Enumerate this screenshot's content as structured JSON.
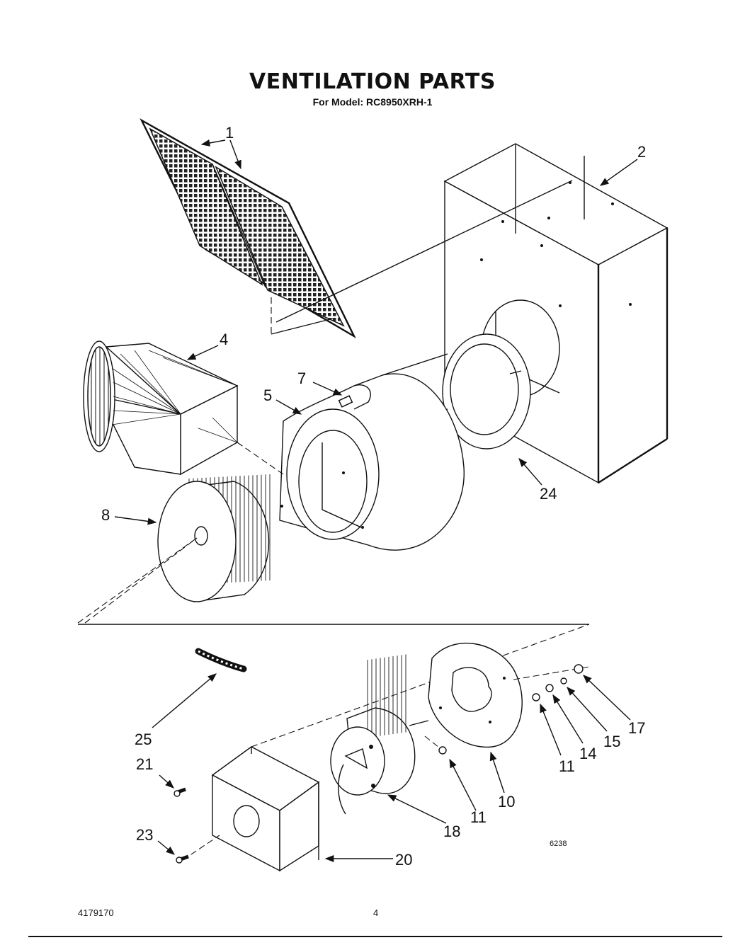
{
  "header": {
    "title": "VENTILATION PARTS",
    "model_line": "For Model: RC8950XRH-1"
  },
  "callouts": {
    "c1": "1",
    "c2": "2",
    "c4": "4",
    "c5": "5",
    "c7": "7",
    "c8": "8",
    "c24": "24",
    "c25": "25",
    "c21": "21",
    "c23": "23",
    "c20": "20",
    "c18": "18",
    "c11a": "11",
    "c10": "10",
    "c11b": "11",
    "c14": "14",
    "c15": "15",
    "c17": "17"
  },
  "drawing_number": "6238",
  "footer": {
    "part_number": "4179170",
    "page": "4"
  }
}
